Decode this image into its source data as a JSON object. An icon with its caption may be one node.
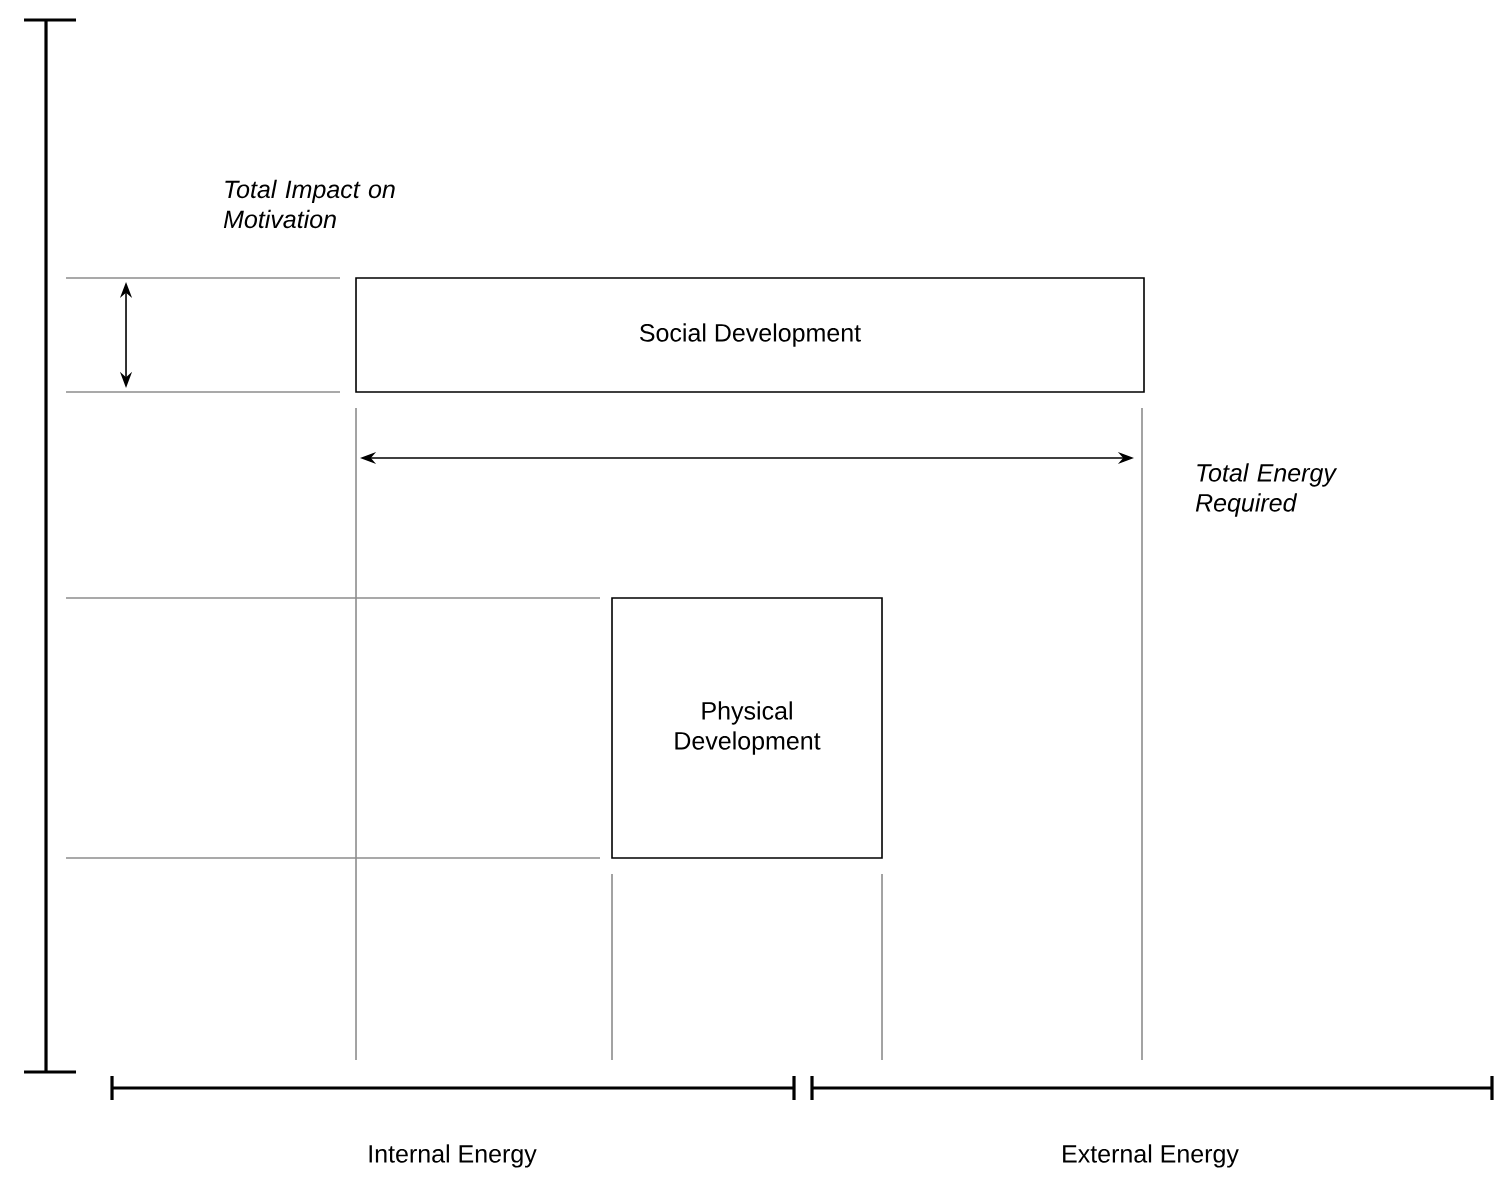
{
  "diagram": {
    "nodes": [
      {
        "text": [
          "Social Development"
        ]
      },
      {
        "text": [
          "Physical Development"
        ]
      }
    ],
    "labels": [
      "Total Impact on Motivation",
      "Total Energy Required",
      "Internal Energy",
      "External Energy"
    ]
  }
}
